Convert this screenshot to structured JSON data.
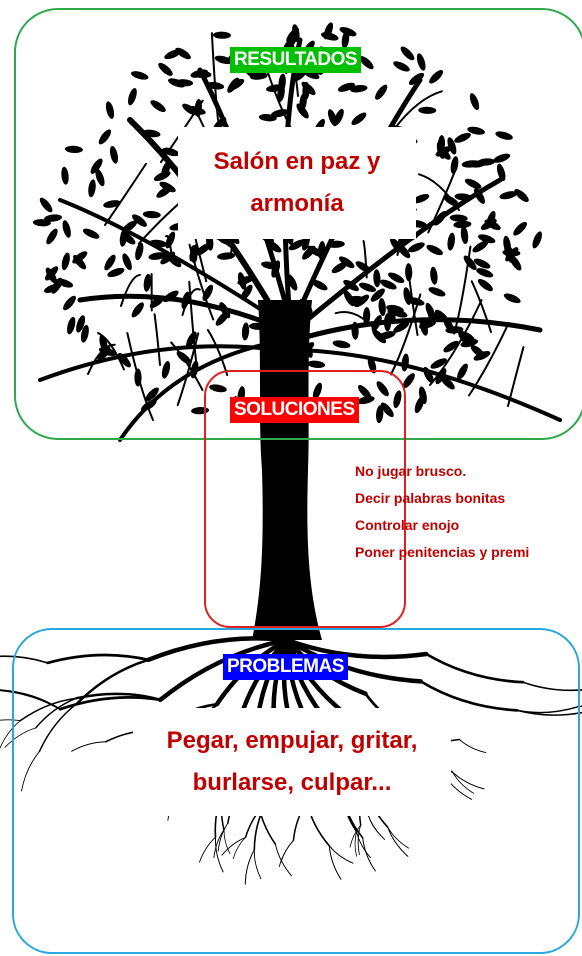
{
  "colors": {
    "results": "#00c000",
    "solutions": "#ff0000",
    "problems": "#0000ff",
    "results_frame": "#2ea84a",
    "solutions_frame": "#e02020",
    "problems_frame": "#29a8e0",
    "text_red": "#c00000",
    "tree": "#000000"
  },
  "results": {
    "label": "RESULTADOS",
    "text_line1": "Salón en paz y",
    "text_line2": "armonía"
  },
  "solutions": {
    "label": "SOLUCIONES",
    "items": [
      "No jugar brusco.",
      "Decir palabras bonitas",
      "Controlar enojo",
      "Poner penitencias y premi"
    ]
  },
  "problems": {
    "label": "PROBLEMAS",
    "text_line1": "Pegar, empujar, gritar,",
    "text_line2": "burlarse, culpar..."
  }
}
